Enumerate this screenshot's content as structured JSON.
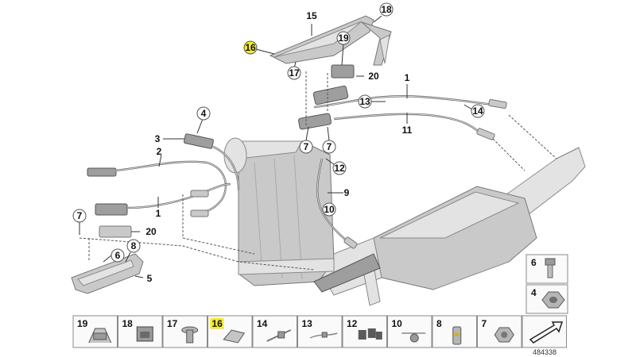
{
  "diagram": {
    "document_number": "484338",
    "highlight_color": "#f5ea2a",
    "callouts": [
      {
        "id": "c15",
        "label": "15",
        "style": "plain"
      },
      {
        "id": "c18a",
        "label": "18",
        "style": "circle"
      },
      {
        "id": "c16a",
        "label": "16",
        "style": "highlight"
      },
      {
        "id": "c19a",
        "label": "19",
        "style": "circle"
      },
      {
        "id": "c17a",
        "label": "17",
        "style": "circle"
      },
      {
        "id": "c20a",
        "label": "20",
        "style": "plain"
      },
      {
        "id": "c1a",
        "label": "1",
        "style": "plain"
      },
      {
        "id": "c13a",
        "label": "13",
        "style": "circle"
      },
      {
        "id": "c14a",
        "label": "14",
        "style": "circle"
      },
      {
        "id": "c11",
        "label": "11",
        "style": "plain"
      },
      {
        "id": "c4a",
        "label": "4",
        "style": "circle"
      },
      {
        "id": "c3",
        "label": "3",
        "style": "plain"
      },
      {
        "id": "c2",
        "label": "2",
        "style": "plain"
      },
      {
        "id": "c7a",
        "label": "7",
        "style": "circle"
      },
      {
        "id": "c7b",
        "label": "7",
        "style": "circle"
      },
      {
        "id": "c12a",
        "label": "12",
        "style": "circle"
      },
      {
        "id": "c9",
        "label": "9",
        "style": "plain"
      },
      {
        "id": "c10a",
        "label": "10",
        "style": "circle"
      },
      {
        "id": "c1b",
        "label": "1",
        "style": "plain"
      },
      {
        "id": "c7c",
        "label": "7",
        "style": "circle"
      },
      {
        "id": "c20b",
        "label": "20",
        "style": "plain"
      },
      {
        "id": "c8a",
        "label": "8",
        "style": "circle"
      },
      {
        "id": "c6a",
        "label": "6",
        "style": "circle"
      },
      {
        "id": "c5",
        "label": "5",
        "style": "plain"
      }
    ],
    "side_parts": [
      {
        "label": "6",
        "icon": "bolt-icon"
      },
      {
        "label": "4",
        "icon": "hex-nut-icon"
      }
    ],
    "parts_strip": [
      {
        "label": "19",
        "icon": "clip-icon",
        "highlight": false
      },
      {
        "label": "18",
        "icon": "bracket-clip-icon",
        "highlight": false
      },
      {
        "label": "17",
        "icon": "flange-bolt-icon",
        "highlight": false
      },
      {
        "label": "16",
        "icon": "holder-clip-icon",
        "highlight": true
      },
      {
        "label": "14",
        "icon": "cable-tie-icon",
        "highlight": false
      },
      {
        "label": "13",
        "icon": "cable-strap-icon",
        "highlight": false
      },
      {
        "label": "12",
        "icon": "grommet-icon",
        "highlight": false
      },
      {
        "label": "10",
        "icon": "cable-clip-icon",
        "highlight": false
      },
      {
        "label": "8",
        "icon": "spring-nut-icon",
        "highlight": false
      },
      {
        "label": "7",
        "icon": "collar-nut-icon",
        "highlight": false
      },
      {
        "label": "",
        "icon": "arrow-icon",
        "highlight": false
      }
    ]
  }
}
